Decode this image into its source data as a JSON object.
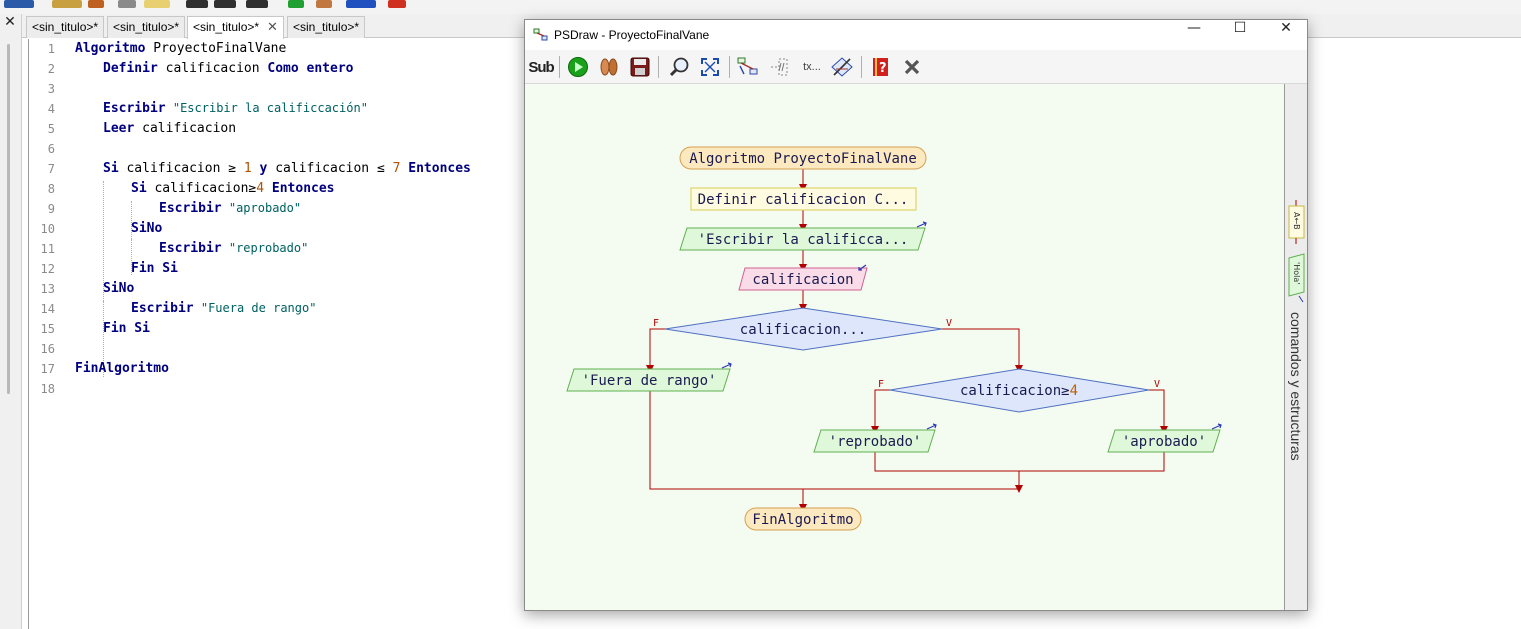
{
  "tabs": [
    {
      "label": "<sin_titulo>*"
    },
    {
      "label": "<sin_titulo>*"
    },
    {
      "label": "<sin_titulo>*"
    },
    {
      "label": "<sin_titulo>*"
    }
  ],
  "tab_close_glyph": "✕",
  "left_close_glyph": "✕",
  "editor": {
    "line_numbers": [
      "1",
      "2",
      "3",
      "4",
      "5",
      "6",
      "7",
      "8",
      "9",
      "10",
      "11",
      "12",
      "13",
      "14",
      "15",
      "16",
      "17",
      "18"
    ]
  },
  "code": {
    "l1_kw": "Algoritmo",
    "l1_name": " ProyectoFinalVane",
    "l2_kw1": "Definir",
    "l2_var": " calificacion ",
    "l2_kw2": "Como entero",
    "l4_kw": "Escribir",
    "l4_str": " \"Escribir la calificcación\"",
    "l5_kw": "Leer",
    "l5_var": " calificacion",
    "l7_kw1": "Si",
    "l7_a": " calificacion ≥ ",
    "l7_n1": "1",
    "l7_kw2": " y",
    "l7_b": " calificacion ≤ ",
    "l7_n2": "7",
    "l7_kw3": " Entonces",
    "l8_kw1": "Si",
    "l8_a": " calificacion≥",
    "l8_n": "4",
    "l8_kw2": " Entonces",
    "l9_kw": "Escribir",
    "l9_str": " \"aprobado\"",
    "l10_kw": "SiNo",
    "l11_kw": "Escribir",
    "l11_str": " \"reprobado\"",
    "l12_kw": "Fin Si",
    "l13_kw": "SiNo",
    "l14_kw": "Escribir",
    "l14_str": " \"Fuera de rango\"",
    "l15_kw": "Fin Si",
    "l17_kw": "FinAlgoritmo"
  },
  "psdraw": {
    "title": "PSDraw - ProyectoFinalVane",
    "minimize": "—",
    "maximize": "☐",
    "close": "✕",
    "toolbar": {
      "sub": "Sub",
      "txt": "tx..."
    },
    "side_label": "comandos y estructuras",
    "mini_assign": "A←B",
    "mini_write": "'Hola'"
  },
  "flowchart": {
    "start": "Algoritmo ProyectoFinalVane",
    "define": "Definir calificacion C...",
    "write1": "'Escribir la calificca...",
    "read": "calificacion",
    "cond1": "calificacion...",
    "cond1_false": "F",
    "cond1_true": "V",
    "out_range": "'Fuera de rango'",
    "cond2_text": "calificacion≥",
    "cond2_num": "4",
    "cond2_false": "F",
    "cond2_true": "V",
    "fail": "'reprobado'",
    "pass": "'aprobado'",
    "end": "FinAlgoritmo"
  },
  "colors": {
    "keyword": "#00007f",
    "string": "#006060",
    "number": "#b05000",
    "canvas_bg": "#f4fcf2",
    "arrow": "#b00000"
  }
}
